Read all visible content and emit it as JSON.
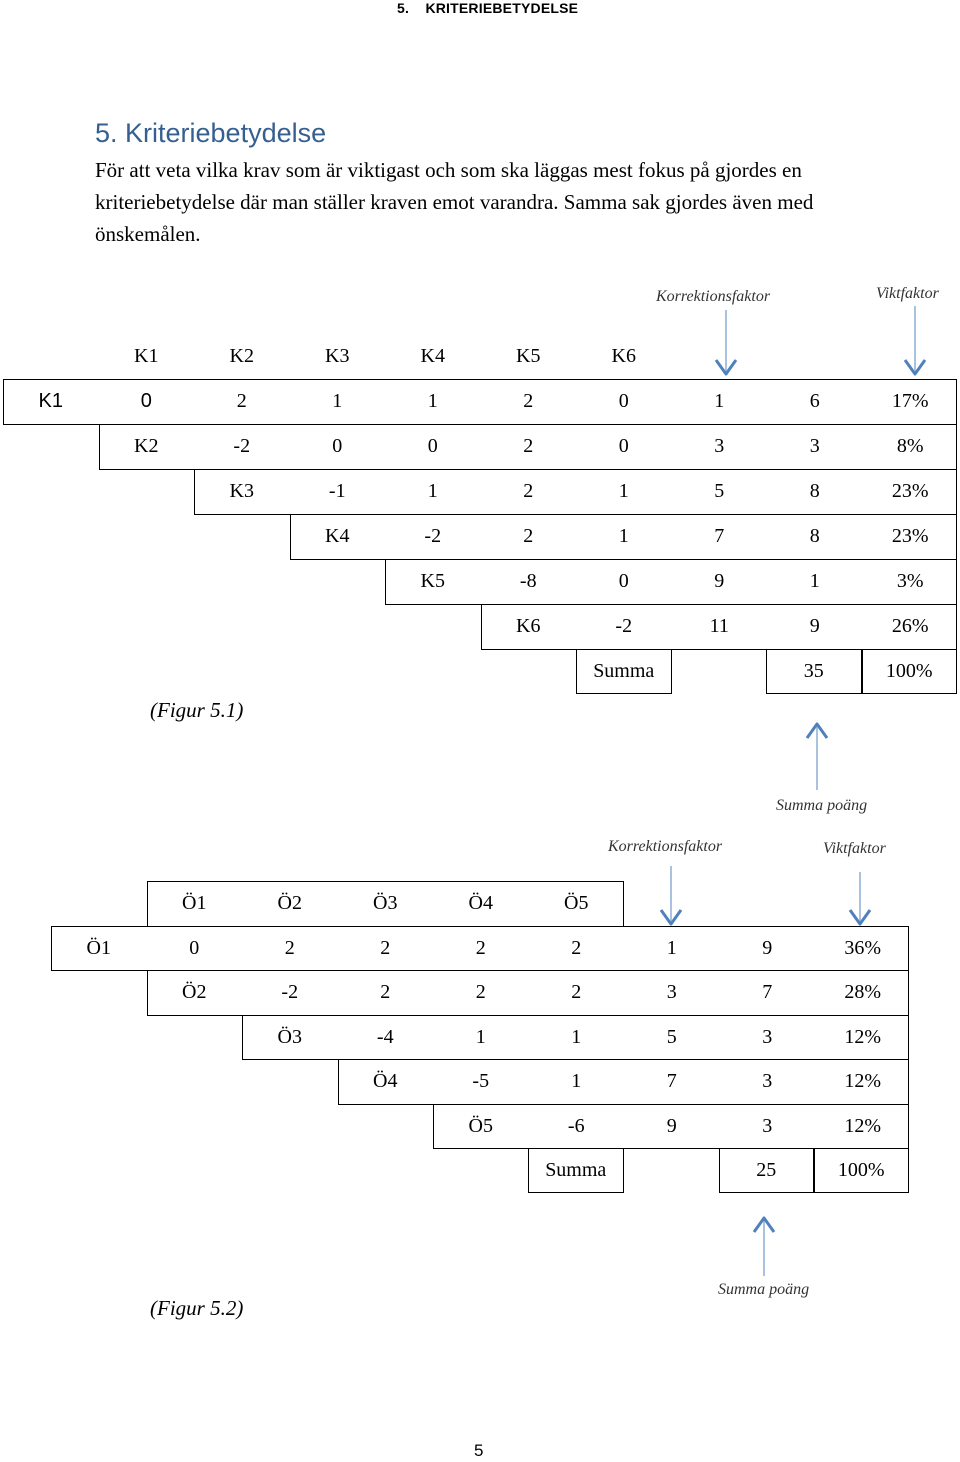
{
  "header": {
    "section": "5.",
    "title": "KRITERIEBETYDELSE"
  },
  "section_heading": "5. Kriteriebetydelse",
  "intro_text": "För att veta vilka krav som är viktigast och som ska läggas mest fokus på gjordes en kriteriebetydelse där man ställer kraven emot varandra. Samma sak gjordes även med önskemålen.",
  "figure1": {
    "korrektionsfaktor_label": "Korrektionsfaktor",
    "viktfaktor_label": "Viktfaktor",
    "summa_poang_label": "Summa poäng",
    "caption": "(Figur 5.1)",
    "columns": [
      "K1",
      "K2",
      "K3",
      "K4",
      "K5",
      "K6"
    ],
    "rows": [
      {
        "label": "K1",
        "values": [
          "0",
          "2",
          "1",
          "1",
          "2"
        ],
        "korrektion": "0",
        "summa": "1",
        "vikt": "6",
        "viktfaktor": "17%"
      },
      {
        "label": "K2",
        "values": [
          "-2",
          "0",
          "0",
          "2"
        ],
        "korrektion": "0",
        "summa": "3",
        "vikt": "3",
        "viktfaktor": "8%"
      },
      {
        "label": "K3",
        "values": [
          "-1",
          "1",
          "2"
        ],
        "korrektion": "1",
        "summa": "5",
        "vikt": "8",
        "viktfaktor": "23%"
      },
      {
        "label": "K4",
        "values": [
          "-2",
          "2"
        ],
        "korrektion": "1",
        "summa": "7",
        "vikt": "8",
        "viktfaktor": "23%"
      },
      {
        "label": "K5",
        "values": [
          "-8"
        ],
        "korrektion": "0",
        "summa": "9",
        "vikt": "1",
        "viktfaktor": "3%"
      },
      {
        "label": "K6",
        "values": [],
        "korrektion": "-2",
        "summa": "11",
        "vikt": "9",
        "viktfaktor": "26%"
      }
    ],
    "sum_row": {
      "label": "Summa",
      "total": "35",
      "percent": "100%"
    }
  },
  "figure2": {
    "korrektionsfaktor_label": "Korrektionsfaktor",
    "viktfaktor_label": "Viktfaktor",
    "summa_poang_label": "Summa poäng",
    "caption": "(Figur 5.2)",
    "columns": [
      "Ö1",
      "Ö2",
      "Ö3",
      "Ö4",
      "Ö5"
    ],
    "rows": [
      {
        "label": "Ö1",
        "cells": [
          "0",
          "2",
          "2",
          "2",
          "2",
          "1",
          "9",
          "36%"
        ]
      },
      {
        "label": "Ö2",
        "cells": [
          "-2",
          "2",
          "2",
          "2",
          "3",
          "7",
          "28%"
        ]
      },
      {
        "label": "Ö3",
        "cells": [
          "-4",
          "1",
          "1",
          "5",
          "3",
          "12%"
        ]
      },
      {
        "label": "Ö4",
        "cells": [
          "-5",
          "1",
          "7",
          "3",
          "12%"
        ]
      },
      {
        "label": "Ö5",
        "cells": [
          "-6",
          "9",
          "3",
          "12%"
        ]
      }
    ],
    "sum_row": {
      "label": "Summa",
      "total": "25",
      "percent": "100%"
    }
  },
  "page_number": "5",
  "colors": {
    "heading": "#365f91",
    "arrow": "#4f81bd",
    "arrow_line": "#a9c2e0"
  }
}
